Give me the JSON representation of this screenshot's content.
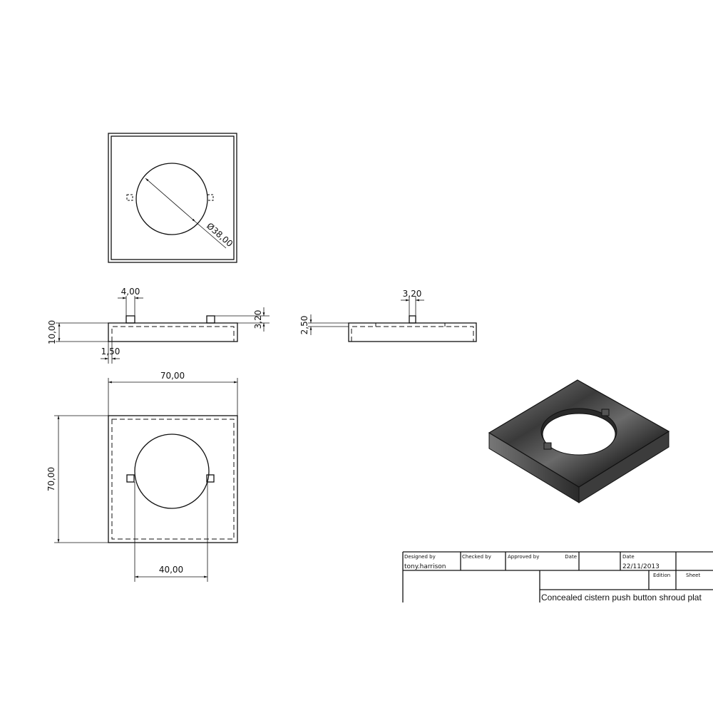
{
  "dimensions": {
    "top_diameter": "Ø38,00",
    "tab_width": "4,00",
    "tab_height_front": "3,20",
    "thickness": "10,00",
    "wall": "1,50",
    "tab_width_side": "3,20",
    "recess_depth": "2,50",
    "width": "70,00",
    "height": "70,00",
    "tab_spacing": "40,00"
  },
  "title_block": {
    "designed_by_label": "Designed by",
    "designed_by": "tony.harrison",
    "checked_by_label": "Checked by",
    "approved_by_label": "Approved by",
    "approved_date_label": "Date",
    "date_label": "Date",
    "date": "22/11/2013",
    "edition_label": "Edition",
    "sheet_label": "Sheet",
    "title": "Concealed cistern push button shroud plat"
  }
}
